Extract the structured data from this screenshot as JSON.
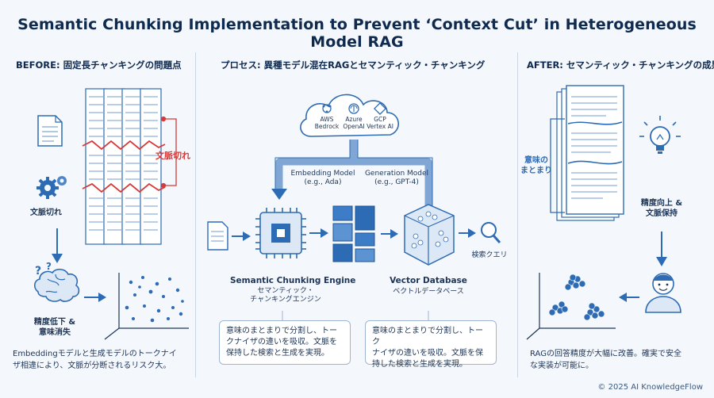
{
  "title": "Semantic Chunking Implementation to Prevent ‘Context Cut’ in Heterogeneous Model RAG",
  "before": {
    "heading": "BEFORE: 固定長チャンキングの問題点",
    "context_cut_label": "文脈切れ",
    "gear_label": "文脈切れ",
    "brain_label_1": "精度低下 &",
    "brain_label_2": "意味消失",
    "caption_1": "Embeddingモデルと生成モデルのトークナイ",
    "caption_2": "ザ相違により、文脈が分断されるリスク大。"
  },
  "process": {
    "heading": "プロセス: 異種モデル混在RAGとセマンティック・チャンキング",
    "clouds": [
      {
        "line1": "AWS",
        "line2": "Bedrock"
      },
      {
        "line1": "Azure",
        "line2": "OpenAI"
      },
      {
        "line1": "GCP",
        "line2": "Vertex AI"
      }
    ],
    "embedding_1": "Embedding Model",
    "embedding_2": "(e.g., Ada)",
    "generation_1": "Generation Model",
    "generation_2": "(e.g., GPT-4)",
    "engine_title": "Semantic Chunking Engine",
    "engine_sub_1": "セマンティック・",
    "engine_sub_2": "チャンキングエンジン",
    "vector_title": "Vector Database",
    "vector_sub": "ベクトルデータベース",
    "query_label": "検索クエリ",
    "note_left_1": "意味のまとまりで分割し、トー",
    "note_left_2": "クナイザの違いを吸収。文脈を",
    "note_left_3": "保持した検索と生成を実現。",
    "note_right_1": "意味のまとまりで分割し、トーク",
    "note_right_2": "ナイザの違いを吸収。文脈を保",
    "note_right_3": "持した検索と生成を実現。"
  },
  "after": {
    "heading": "AFTER: セマンティック・チャンキングの成果",
    "cluster_label_1": "意味の",
    "cluster_label_2": "まとまり",
    "bulb_label_1": "精度向上 &",
    "bulb_label_2": "文脈保持",
    "caption_1": "RAGの回答精度が大幅に改善。確実で安全",
    "caption_2": "な実装が可能に。"
  },
  "footer": "© 2025 AI KnowledgeFlow",
  "colors": {
    "primary": "#2d6bb5",
    "dark": "#0f2a4f",
    "red": "#d63a3a",
    "light": "#dce8f6"
  }
}
